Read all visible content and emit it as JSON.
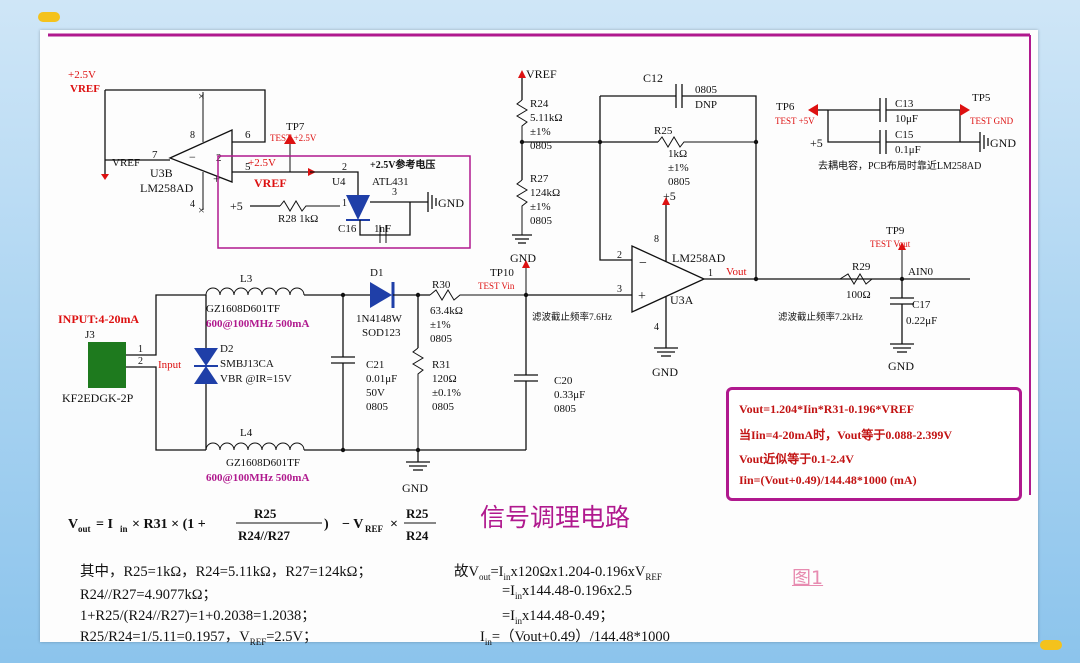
{
  "labels": {
    "vref_top": "+2.5V",
    "vref_top2": "VREF",
    "u3b": "U3B",
    "u3b_part": "LM258AD",
    "u3b_vref": "VREF",
    "pin7": "7",
    "pin6": "6",
    "pin5": "5",
    "pin8": "8",
    "pin4": "4",
    "pin2_b": "2",
    "tp7": "TP7",
    "tp7_test": "TEST +2.5V",
    "plus25": "+2.5V",
    "vref_mid": "VREF",
    "ref_title": "+2.5V参考电压",
    "u4": "U4",
    "atl": "ATL431",
    "u4_pin2": "2",
    "u4_pin1": "1",
    "u4_pin3": "3",
    "plus5_a": "+5",
    "r28": "R28 1kΩ",
    "c16": "C16",
    "c16v": "1nF",
    "gnd_a": "GND",
    "vref_r24": "VREF",
    "r24": "R24",
    "r24v": "5.11kΩ",
    "r24t": "±1%",
    "r24p": "0805",
    "r27": "R27",
    "r27v": "124kΩ",
    "r27t": "±1%",
    "r27p": "0805",
    "gnd_r27": "GND",
    "c12": "C12",
    "c12p": "0805",
    "c12v": "DNP",
    "r25": "R25",
    "r25v": "1kΩ",
    "r25t": "±1%",
    "r25p": "0805",
    "plus5_b": "+5",
    "u3a_part": "LM258AD",
    "u3a": "U3A",
    "pin2_a": "2",
    "pin3_a": "3",
    "pin1_a": "1",
    "pin4_a": "4",
    "pin8_a": "8",
    "vout": "Vout",
    "gnd_u3a": "GND",
    "tp6": "TP6",
    "tp6_test": "TEST +5V",
    "tp5": "TP5",
    "tp5_test": "TEST GND",
    "c13": "C13",
    "c13v": "10μF",
    "c15": "C15",
    "c15v": "0.1μF",
    "plus5_c": "+5",
    "gnd_c": "GND",
    "decoup_note": "去耦电容，PCB布局时靠近LM258AD",
    "tp9": "TP9",
    "tp9_test": "TEST Vout",
    "r29": "R29",
    "r29v": "100Ω",
    "ain0": "AIN0",
    "c17": "C17",
    "c17v": "0.22μF",
    "gnd_c17": "GND",
    "filter2": "滤波截止频率7.2kHz",
    "input_label": "INPUT:4-20mA",
    "j3": "J3",
    "j3_pin1": "1",
    "j3_pin2": "2",
    "input": "Input",
    "j3_part": "KF2EDGK-2P",
    "l3": "L3",
    "l3_part": "GZ1608D601TF",
    "l3_spec": "600@100MHz 500mA",
    "l4": "L4",
    "l4_part": "GZ1608D601TF",
    "l4_spec": "600@100MHz 500mA",
    "d2": "D2",
    "d2_part": "SMBJ13CA",
    "d2_spec": "VBR @IR=15V",
    "d1": "D1",
    "d1_part": "1N4148W",
    "d1_pkg": "SOD123",
    "c21": "C21",
    "c21v": "0.01μF",
    "c21vv": "50V",
    "c21p": "0805",
    "r30": "R30",
    "r30v": "63.4kΩ",
    "r30t": "±1%",
    "r30p": "0805",
    "r31": "R31",
    "r31v": "120Ω",
    "r31t": "±0.1%",
    "r31p": "0805",
    "tp10": "TP10",
    "tp10_test": "TEST Vin",
    "filter1": "滤波截止频率7.6Hz",
    "c20": "C20",
    "c20v": "0.33μF",
    "c20p": "0805",
    "gnd_bottom": "GND"
  },
  "box": {
    "line1": "Vout=1.204*Iin*R31-0.196*VREF",
    "line2": "当Iin=4-20mA时，Vout等于0.088-2.399V",
    "line3": "Vout近似等于0.1-2.4V",
    "line4": "Iin=(Vout+0.49)/144.48*1000  (mA)"
  },
  "title": "信号调理电路",
  "formula": {
    "vout": "V",
    "vout_sub": "out",
    "eq": "= I",
    "iin_sub": "in",
    "r31": "× R31 × (1 +",
    "frac_top": "R25",
    "frac_bot": "R24//R27",
    "close": ")",
    "minus": "− V",
    "vref_sub": "REF",
    "times": "×",
    "frac2_top": "R25",
    "frac2_bot": "R24"
  },
  "calc": {
    "l1": "其中，R25=1kΩ，R24=5.11kΩ，R27=124kΩ；",
    "l2": "R24//R27=4.9077kΩ；",
    "l3": "1+R25/(R24//R27)=1+0.2038=1.2038；",
    "l4": "R25/R24=1/5.11=0.1957，V",
    "l4_sub": "REF",
    "l4_end": "=2.5V；",
    "r1a": "故V",
    "r1_sub1": "out",
    "r1b": "=I",
    "r1_sub2": "in",
    "r1c": "x120Ωx1.204-0.196xV",
    "r1_sub3": "REF",
    "r2a": "=I",
    "r2_sub": "in",
    "r2b": "x144.48-0.196x2.5",
    "r3a": "=I",
    "r3_sub": "in",
    "r3b": "x144.48-0.49；",
    "r4a": "I",
    "r4_sub": "in",
    "r4b": "=（Vout+0.49）/144.48*1000"
  },
  "figure_label": "图1",
  "colors": {
    "frame": "#b0198e",
    "red": "#d11",
    "green": "#1e7a1e",
    "diode": "#1f3fa8",
    "note_red": "#c21313"
  }
}
